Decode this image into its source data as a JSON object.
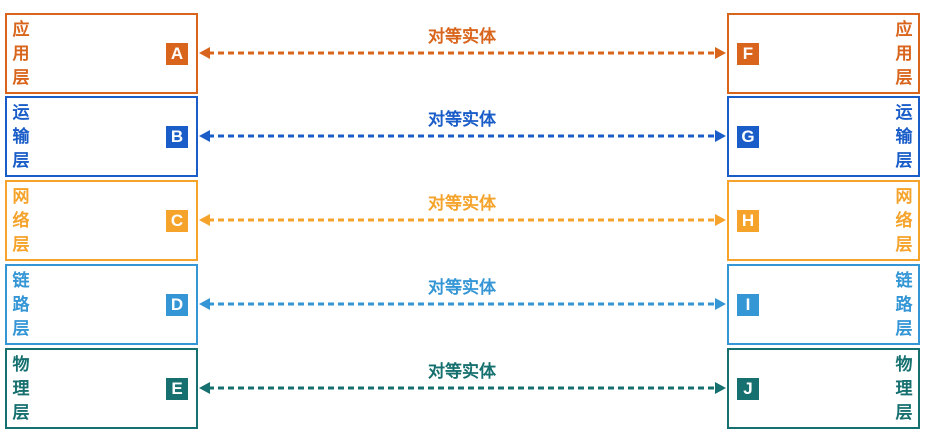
{
  "rows": [
    {
      "color": "#d9651c",
      "peer_label": "对等实体",
      "left": {
        "name": [
          "应",
          "用",
          "层"
        ],
        "entity": "A"
      },
      "right": {
        "name": [
          "应",
          "用",
          "层"
        ],
        "entity": "F"
      }
    },
    {
      "color": "#1a5dc8",
      "peer_label": "对等实体",
      "left": {
        "name": [
          "运",
          "输",
          "层"
        ],
        "entity": "B"
      },
      "right": {
        "name": [
          "运",
          "输",
          "层"
        ],
        "entity": "G"
      }
    },
    {
      "color": "#f5a32b",
      "peer_label": "对等实体",
      "left": {
        "name": [
          "网",
          "络",
          "层"
        ],
        "entity": "C"
      },
      "right": {
        "name": [
          "网",
          "络",
          "层"
        ],
        "entity": "H"
      }
    },
    {
      "color": "#3596d6",
      "peer_label": "对等实体",
      "left": {
        "name": [
          "链",
          "路",
          "层"
        ],
        "entity": "D"
      },
      "right": {
        "name": [
          "链",
          "路",
          "层"
        ],
        "entity": "I"
      }
    },
    {
      "color": "#16706f",
      "peer_label": "对等实体",
      "left": {
        "name": [
          "物",
          "理",
          "层"
        ],
        "entity": "E"
      },
      "right": {
        "name": [
          "物",
          "理",
          "层"
        ],
        "entity": "J"
      }
    }
  ]
}
